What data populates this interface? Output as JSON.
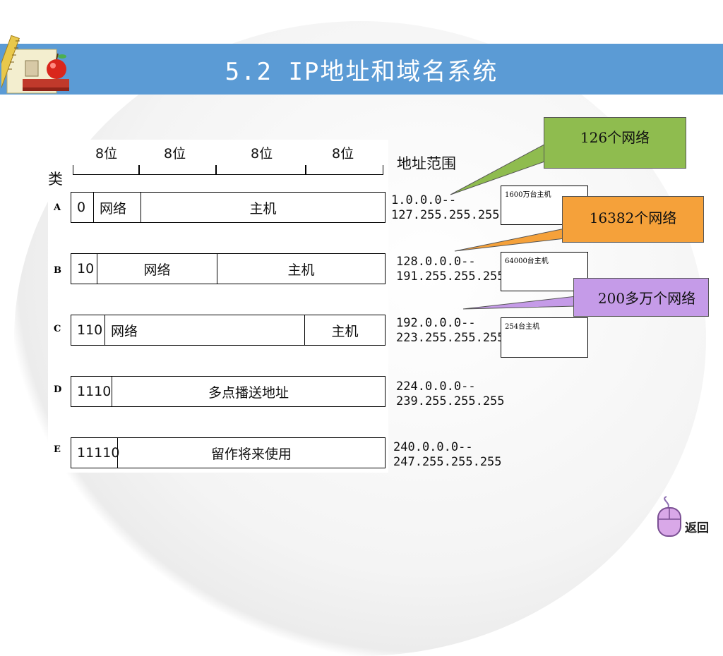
{
  "title": "5.2  IP地址和域名系统",
  "header": {
    "bits": [
      "8位",
      "8位",
      "8位",
      "8位"
    ],
    "range_label": "地址范围",
    "class_label": "类"
  },
  "rows": [
    {
      "class": "A",
      "cells": [
        "0",
        "网络",
        "主机"
      ],
      "range_start": "1.0.0.0--",
      "range_end": "127.255.255.255"
    },
    {
      "class": "B",
      "cells": [
        "10",
        "网络",
        "主机"
      ],
      "range_start": "128.0.0.0--",
      "range_end": "191.255.255.255"
    },
    {
      "class": "C",
      "cells": [
        "110",
        "网络",
        "主机"
      ],
      "range_start": "192.0.0.0--",
      "range_end": "223.255.255.255"
    },
    {
      "class": "D",
      "cells": [
        "1110",
        "多点播送地址"
      ],
      "range_start": "224.0.0.0--",
      "range_end": "239.255.255.255"
    },
    {
      "class": "E",
      "cells": [
        "11110",
        "留作将来使用"
      ],
      "range_start": "240.0.0.0--",
      "range_end": "247.255.255.255"
    }
  ],
  "hosts": [
    "1600万台主机",
    "64000台主机",
    "254台主机"
  ],
  "callouts": [
    {
      "text": "126个网络",
      "color": "#8fbc4f"
    },
    {
      "text": "16382个网络",
      "color": "#f5a13a"
    },
    {
      "text": "200多万个网络",
      "color": "#c59be8"
    }
  ],
  "back_label": "返回",
  "colors": {
    "title_bar": "#5b9bd5"
  }
}
